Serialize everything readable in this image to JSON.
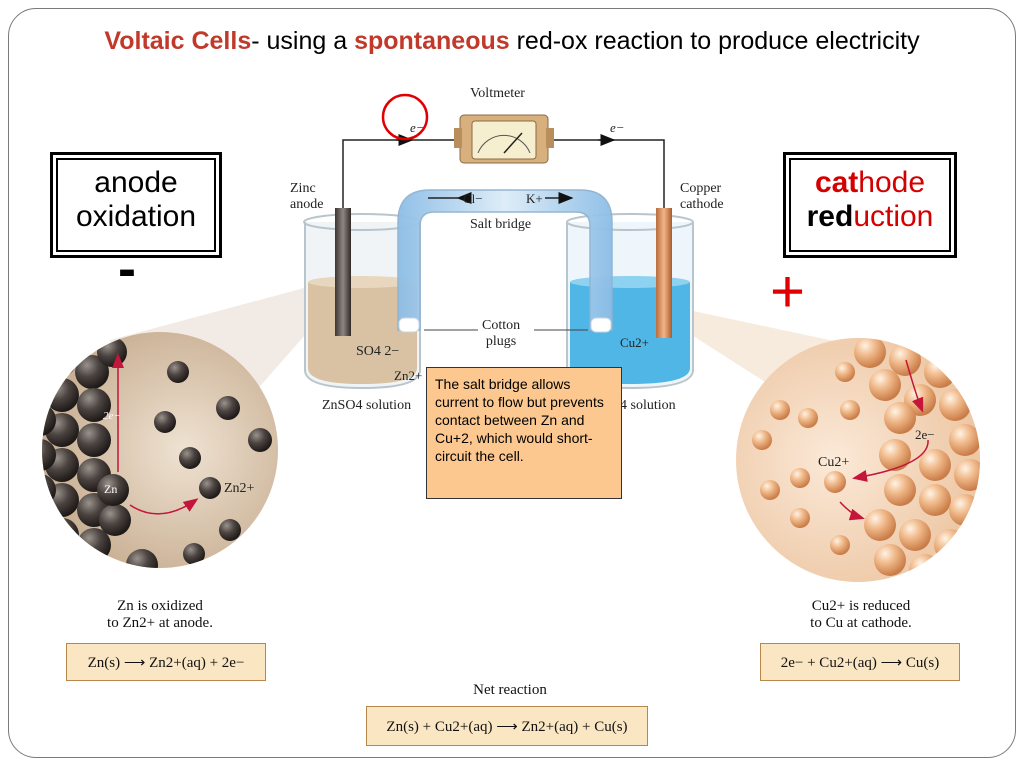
{
  "title": {
    "part1": "Voltaic Cells",
    "part2": "- using a ",
    "part3": "spontaneous",
    "part4": " red-ox reaction to produce electricity"
  },
  "diagram": {
    "voltmeter_label": "Voltmeter",
    "electron_left": "e−",
    "electron_right": "e−",
    "zinc_anode_label": [
      "Zinc",
      "anode"
    ],
    "copper_cathode_label": [
      "Copper",
      "cathode"
    ],
    "salt_bridge_label": "Salt bridge",
    "cl_ion": "Cl−",
    "k_ion": "K+",
    "cotton_plugs_label": [
      "Cotton",
      "plugs"
    ],
    "so4_label": "SO4 2−",
    "zn2_label": "Zn2+",
    "cu2_label": "Cu2+",
    "znso4_solution": "ZnSO4 solution",
    "cuso4_solution": "4 solution"
  },
  "anode_box": {
    "line1": "anode",
    "line2": "oxidation"
  },
  "cathode_box": {
    "line1_red": "cat",
    "line1_rest": "hode",
    "line2_red": "red",
    "line2_rest": "uction"
  },
  "signs": {
    "minus": "-",
    "plus": "+"
  },
  "zoom_left": {
    "zn_label": "Zn",
    "zn2_label": "Zn2+",
    "two_e": "2e−"
  },
  "zoom_right": {
    "cu2_label": "Cu2+",
    "two_e": "2e−"
  },
  "note": {
    "text": "The salt bridge allows current to flow but prevents contact between Zn and Cu+2, which would short-circuit the cell."
  },
  "captions": {
    "left": [
      "Zn is oxidized",
      "to Zn2+ at anode."
    ],
    "right": [
      "Cu2+ is reduced",
      "to Cu at cathode."
    ]
  },
  "equations": {
    "left": "Zn(s) ⟶ Zn2+(aq) + 2e−",
    "right": "2e− + Cu2+(aq) ⟶ Cu(s)",
    "net_label": "Net reaction",
    "net": "Zn(s) + Cu2+(aq) ⟶ Zn2+(aq) + Cu(s)"
  },
  "colors": {
    "title_accent": "#c0392b",
    "annotation_red": "#d40000",
    "zn_solution": "#d9c2a3",
    "cu_solution": "#4fb6e6",
    "equation_box": "#fbe6c4",
    "note_box": "#fcc88f"
  }
}
